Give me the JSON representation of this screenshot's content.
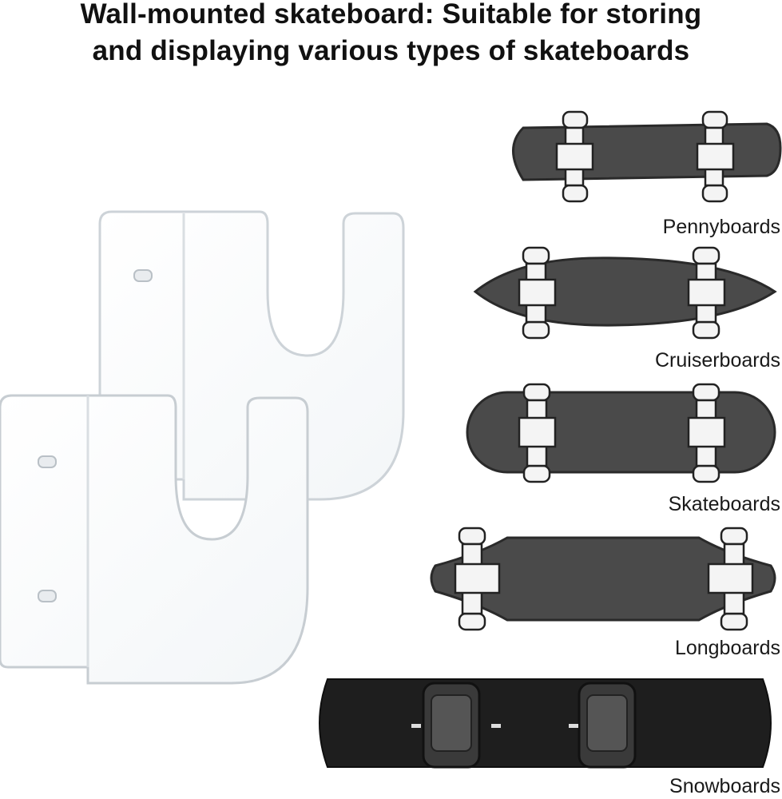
{
  "title": {
    "line1": "Wall-mounted skateboard: Suitable for storing",
    "line2": "and displaying various types of skateboards"
  },
  "boards": [
    {
      "label": "Pennyboards"
    },
    {
      "label": "Cruiserboards"
    },
    {
      "label": "Skateboards"
    },
    {
      "label": "Longboards"
    },
    {
      "label": "Snowboards"
    }
  ],
  "colors": {
    "deck": "#4a4a4a",
    "deck_edge": "#2a2a2a",
    "acrylic_edge": "#cfd6da",
    "snowboard": "#1e1e1e",
    "text": "#111111"
  },
  "icons": [
    "acrylic-wall-hook-icon",
    "truck-icon",
    "wheel-icon",
    "binding-icon"
  ]
}
